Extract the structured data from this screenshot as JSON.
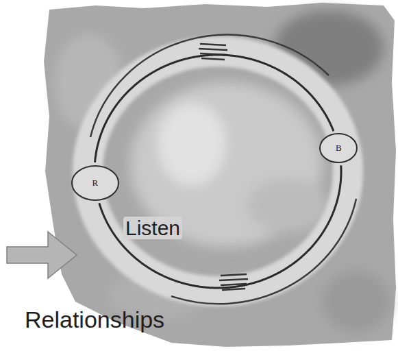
{
  "diagram": {
    "nodes": [
      {
        "text": [
          "R"
        ]
      },
      {
        "text": [
          "B"
        ]
      }
    ],
    "edges": [
      {
        "from": 0,
        "to": 1,
        "arrow": "none"
      },
      {
        "from": 1,
        "to": 0,
        "arrow": "none"
      }
    ],
    "labels": [
      "Listen",
      "Relationships"
    ]
  }
}
